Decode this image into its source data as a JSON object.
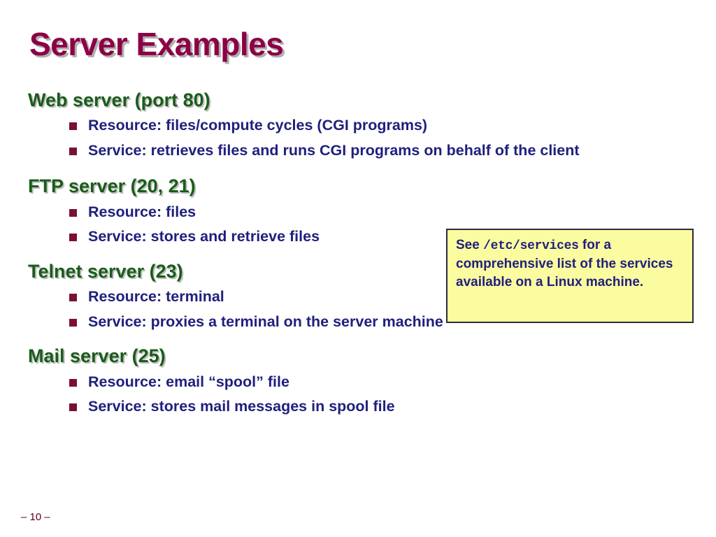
{
  "slide": {
    "title": "Server Examples",
    "footer": "– 10 –",
    "colors": {
      "title": "#8C0045",
      "title_shadow": "#b0b0b0",
      "heading": "#1A5C1A",
      "bullet_text": "#20207E",
      "bullet_marker": "#7A1038",
      "callout_bg": "#FBFBA0",
      "callout_border": "#2b2b3d",
      "background": "#FFFFFF",
      "footer": "#5C0028"
    }
  },
  "sections": [
    {
      "heading": "Web server (port 80)",
      "bullets": [
        "Resource: files/compute cycles (CGI programs)",
        "Service: retrieves files and runs CGI programs on behalf of the client"
      ]
    },
    {
      "heading": "FTP server (20, 21)",
      "bullets": [
        "Resource: files",
        "Service: stores and retrieve files"
      ]
    },
    {
      "heading": "Telnet server (23)",
      "bullets": [
        "Resource: terminal",
        "Service: proxies a terminal on the server machine"
      ]
    },
    {
      "heading": "Mail server (25)",
      "bullets": [
        "Resource: email “spool” file",
        "Service: stores mail messages in spool file"
      ]
    }
  ],
  "callout": {
    "text_before": "See ",
    "mono_text": "/etc/services",
    "text_after": " for a comprehensive list of the services available on a Linux machine."
  }
}
